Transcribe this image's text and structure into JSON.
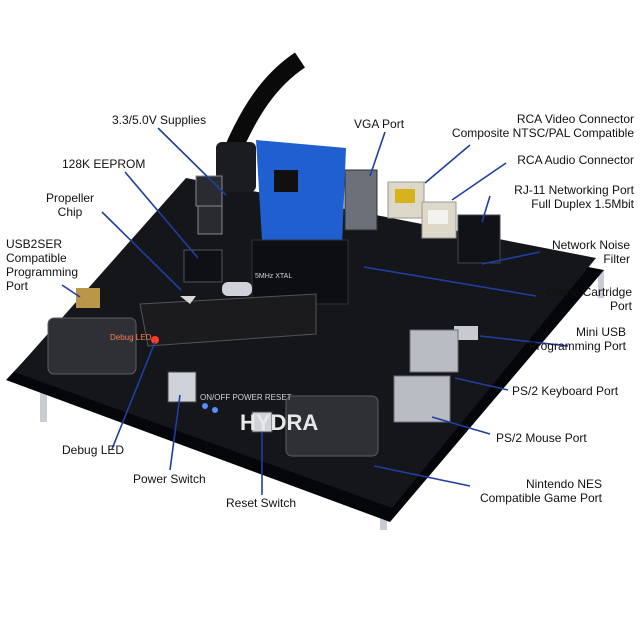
{
  "colors": {
    "background": "#ffffff",
    "board": "#14161a",
    "leader": "#1f3f9e",
    "text": "#111111",
    "cartridge": "#1f5fcf"
  },
  "board_markings": {
    "brand": "HYDRA",
    "power_labels": "ON/OFF  POWER  RESET",
    "led_label": "Debug LED",
    "xtal_label": "5MHz XTAL"
  },
  "labels": {
    "supplies": "3.3/5.0V Supplies",
    "vga": "VGA Port",
    "rca_video": "RCA Video Connector\nComposite NTSC/PAL Compatible",
    "eeprom": "128K EEPROM",
    "rca_audio": "RCA Audio Connector",
    "propeller": "Propeller\nChip",
    "rj11": "RJ-11 Networking Port\nFull Duplex 1.5Mbit",
    "usb2ser": "USB2SER\nCompatible\nProgramming\nPort",
    "noise_filter": "Network Noise\nFilter",
    "cartridge_port": "Game Cartridge\nPort",
    "mini_usb": "Mini USB\nProgramming Port",
    "ps2_keyboard": "PS/2 Keyboard Port",
    "ps2_mouse": "PS/2 Mouse Port",
    "debug_led": "Debug LED",
    "power_switch": "Power Switch",
    "reset_switch": "Reset Switch",
    "nes_port": "Nintendo NES\nCompatible Game Port"
  }
}
